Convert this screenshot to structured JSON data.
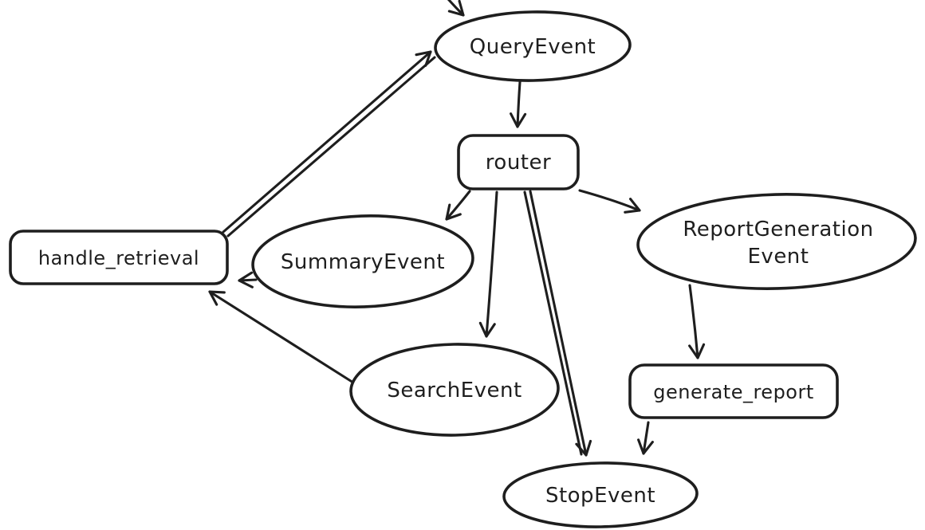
{
  "diagram": {
    "background_color": "#ffffff",
    "stroke_color": "#1e1e1e",
    "style": "hand-drawn-flowchart",
    "nodes": [
      {
        "id": "query-event",
        "shape": "ellipse",
        "label": "QueryEvent"
      },
      {
        "id": "router",
        "shape": "rounded-rectangle",
        "label": "router"
      },
      {
        "id": "handle-retrieval",
        "shape": "rounded-rectangle",
        "label": "handle_retrieval"
      },
      {
        "id": "summary-event",
        "shape": "ellipse",
        "label": "SummaryEvent"
      },
      {
        "id": "search-event",
        "shape": "ellipse",
        "label_line1": "ReportGeneration",
        "label_line2": "Event"
      },
      {
        "id": "report-generation-event",
        "shape": "ellipse",
        "label": "SearchEvent"
      },
      {
        "id": "generate-report",
        "shape": "rounded-rectangle",
        "label": "generate_report"
      },
      {
        "id": "stop-event",
        "shape": "ellipse",
        "label": "StopEvent"
      }
    ],
    "edges": [
      {
        "from": "offscreen-top",
        "to": "QueryEvent"
      },
      {
        "from": "QueryEvent",
        "to": "router"
      },
      {
        "from": "handle_retrieval",
        "to": "QueryEvent"
      },
      {
        "from": "router",
        "to": "SummaryEvent"
      },
      {
        "from": "router",
        "to": "SearchEvent"
      },
      {
        "from": "router",
        "to": "StopEvent"
      },
      {
        "from": "router",
        "to": "ReportGenerationEvent"
      },
      {
        "from": "SummaryEvent",
        "to": "handle_retrieval"
      },
      {
        "from": "SearchEvent",
        "to": "handle_retrieval"
      },
      {
        "from": "ReportGenerationEvent",
        "to": "generate_report"
      },
      {
        "from": "generate_report",
        "to": "StopEvent"
      }
    ]
  }
}
